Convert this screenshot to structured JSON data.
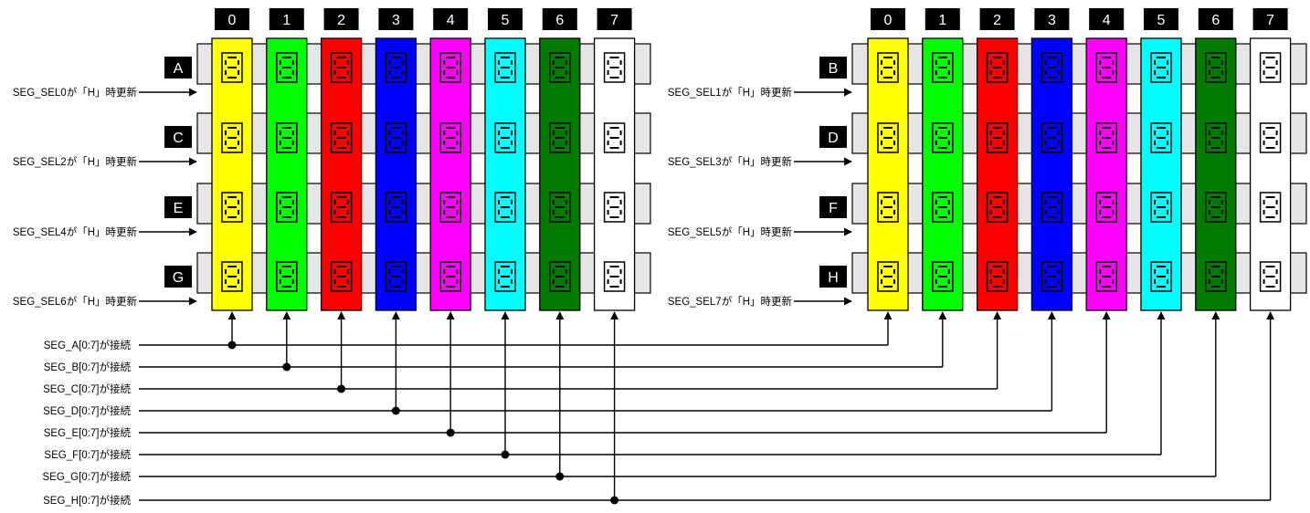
{
  "columns": {
    "labels": [
      "0",
      "1",
      "2",
      "3",
      "4",
      "5",
      "6",
      "7"
    ],
    "colors": [
      "#ffff00",
      "#00ff00",
      "#ff0000",
      "#0000ff",
      "#ff00ff",
      "#00ffff",
      "#007a00",
      "#ffffff"
    ]
  },
  "left_group": {
    "rows": [
      {
        "letter": "A",
        "select_label": "SEG_SEL0が「H」時更新"
      },
      {
        "letter": "C",
        "select_label": "SEG_SEL2が「H」時更新"
      },
      {
        "letter": "E",
        "select_label": "SEG_SEL4が「H」時更新"
      },
      {
        "letter": "G",
        "select_label": "SEG_SEL6が「H」時更新"
      }
    ]
  },
  "right_group": {
    "rows": [
      {
        "letter": "B",
        "select_label": "SEG_SEL1が「H」時更新"
      },
      {
        "letter": "D",
        "select_label": "SEG_SEL3が「H」時更新"
      },
      {
        "letter": "F",
        "select_label": "SEG_SEL5が「H」時更新"
      },
      {
        "letter": "H",
        "select_label": "SEG_SEL7が「H」時更新"
      }
    ]
  },
  "buses": [
    "SEG_A[0:7]が接続",
    "SEG_B[0:7]が接続",
    "SEG_C[0:7]が接続",
    "SEG_D[0:7]が接続",
    "SEG_E[0:7]が接続",
    "SEG_F[0:7]が接続",
    "SEG_G[0:7]が接続",
    "SEG_H[0:7]が接続"
  ]
}
